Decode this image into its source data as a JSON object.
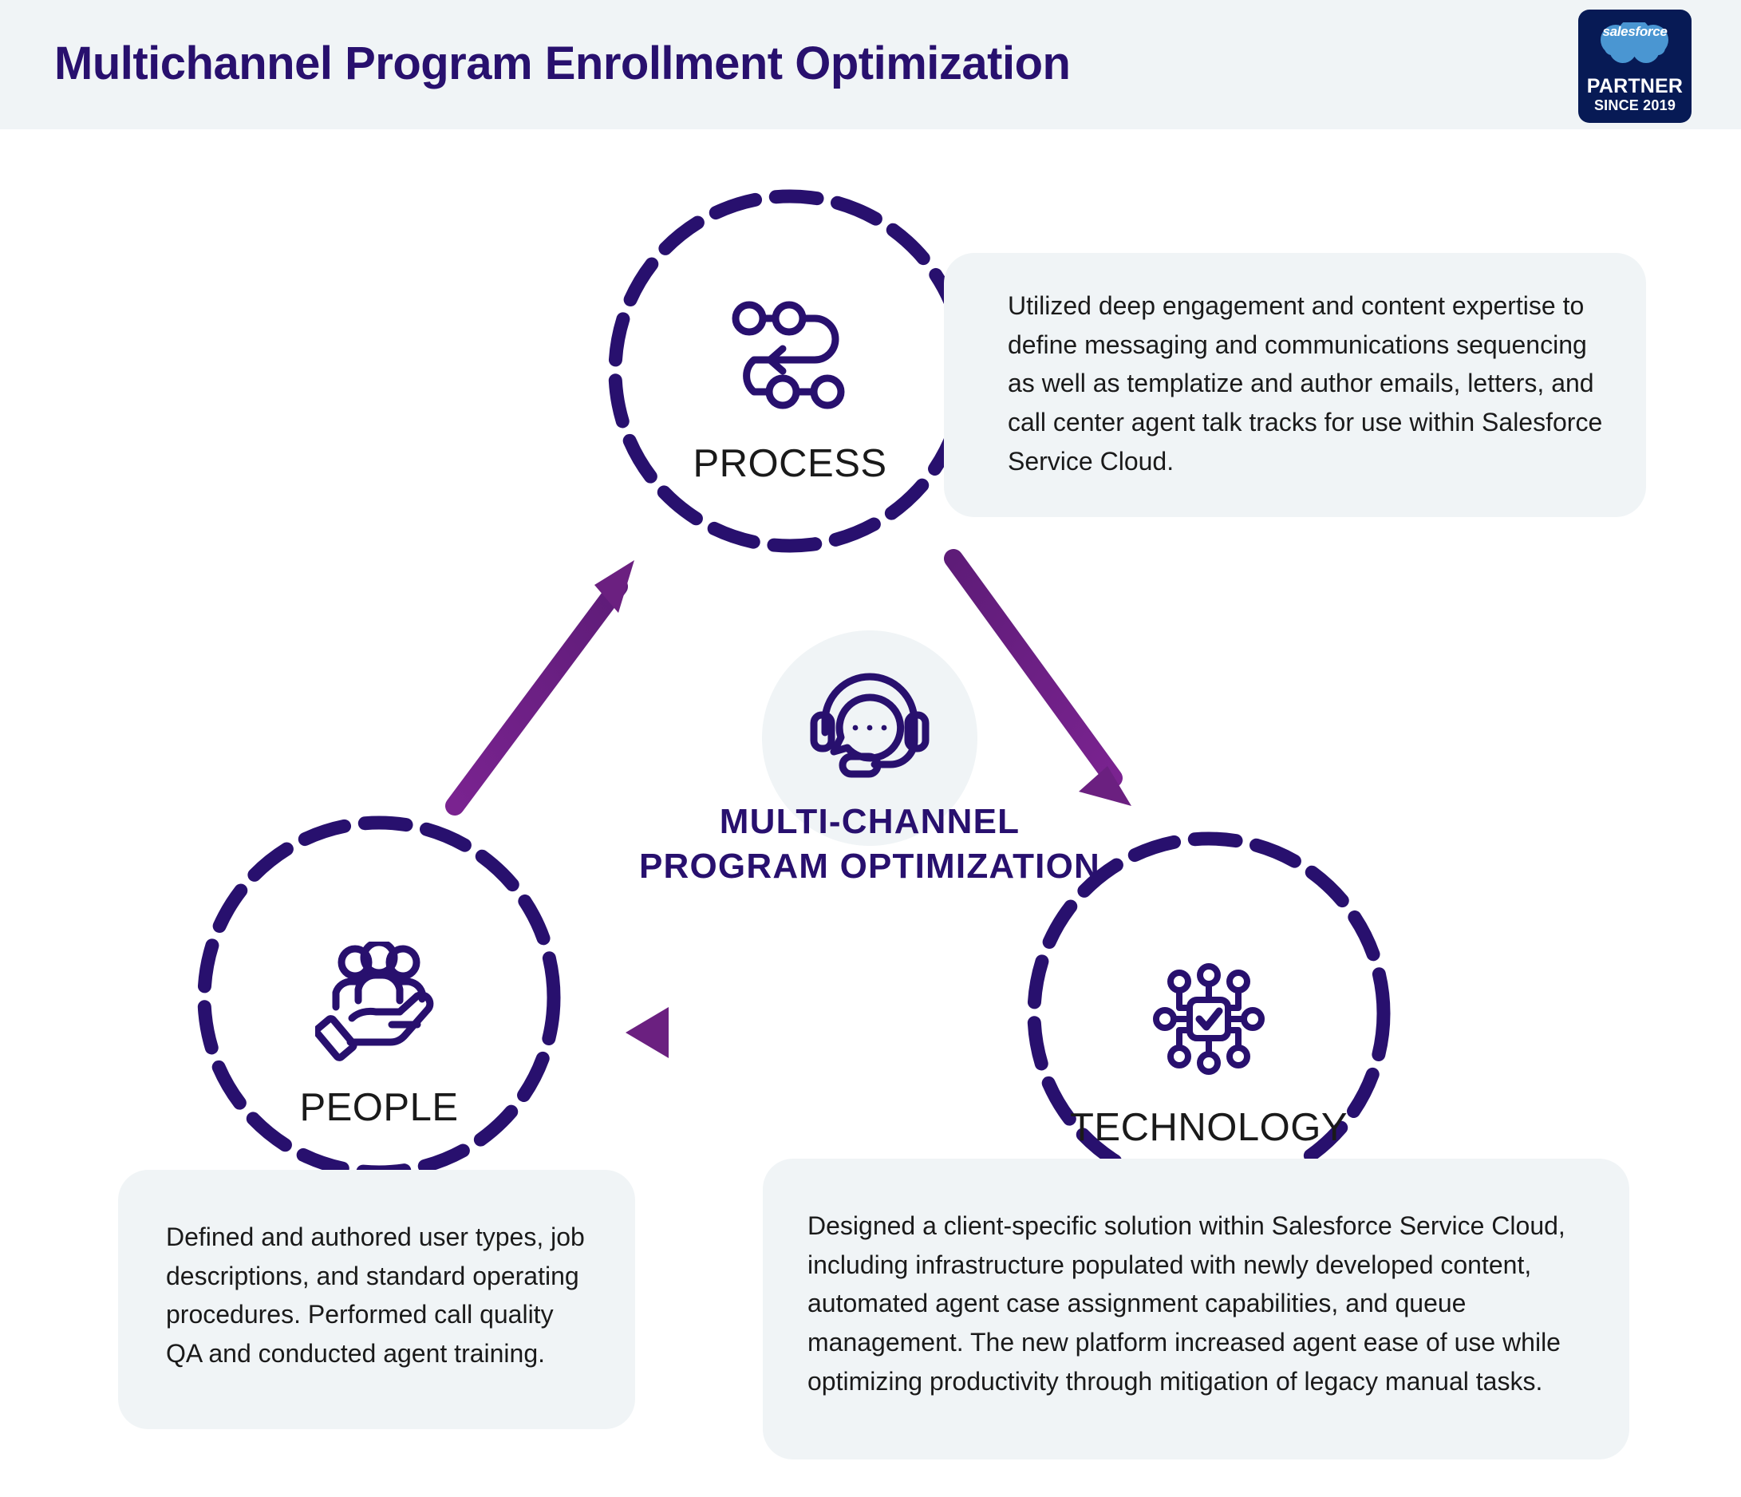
{
  "header": {
    "title": "Multichannel Program Enrollment Optimization",
    "title_color": "#28106e",
    "band_color": "#f0f4f6"
  },
  "badge": {
    "cloud_text": "salesforce",
    "partner_text": "PARTNER",
    "since_text": "SINCE 2019",
    "background_color": "#071a55",
    "cloud_color": "#4a96d2"
  },
  "center": {
    "title_line1": "MULTI-CHANNEL",
    "title_line2": "PROGRAM OPTIMIZATION",
    "icon": "headset-support-icon",
    "color": "#28106e"
  },
  "pillars": [
    {
      "id": "process",
      "label": "PROCESS",
      "icon": "workflow-process-icon",
      "ring_color": "#28106e",
      "callout": "Utilized deep engagement and content expertise to define messaging and communications sequencing as well as templatize and author emails, letters, and call center agent talk tracks for use within Salesforce Service Cloud."
    },
    {
      "id": "people",
      "label": "PEOPLE",
      "icon": "hand-holding-people-icon",
      "ring_color": "#28106e",
      "callout": "Defined and authored user types, job descriptions, and standard operating procedures.  Performed call quality QA and conducted agent training."
    },
    {
      "id": "technology",
      "label": "TECHNOLOGY",
      "icon": "microchip-check-icon",
      "ring_color": "#28106e",
      "callout": "Designed a client-specific solution within Salesforce Service Cloud, including infrastructure populated with newly developed content, automated agent case assignment capabilities, and queue management. The new platform increased agent ease of use while optimizing productivity through mitigation of legacy manual tasks."
    }
  ],
  "arrows": [
    {
      "name": "people-to-process-arrow",
      "direction": "up-right",
      "color": "#6b2080"
    },
    {
      "name": "process-to-technology-arrow",
      "direction": "down-right",
      "color": "#6b2080"
    },
    {
      "name": "technology-to-people-arrow",
      "direction": "left",
      "color": "#6b2080"
    }
  ],
  "colors": {
    "navy": "#28106e",
    "purple": "#6b2080",
    "panel": "#f0f4f6",
    "text": "#1a1a1a",
    "page_bg": "#ffffff"
  }
}
